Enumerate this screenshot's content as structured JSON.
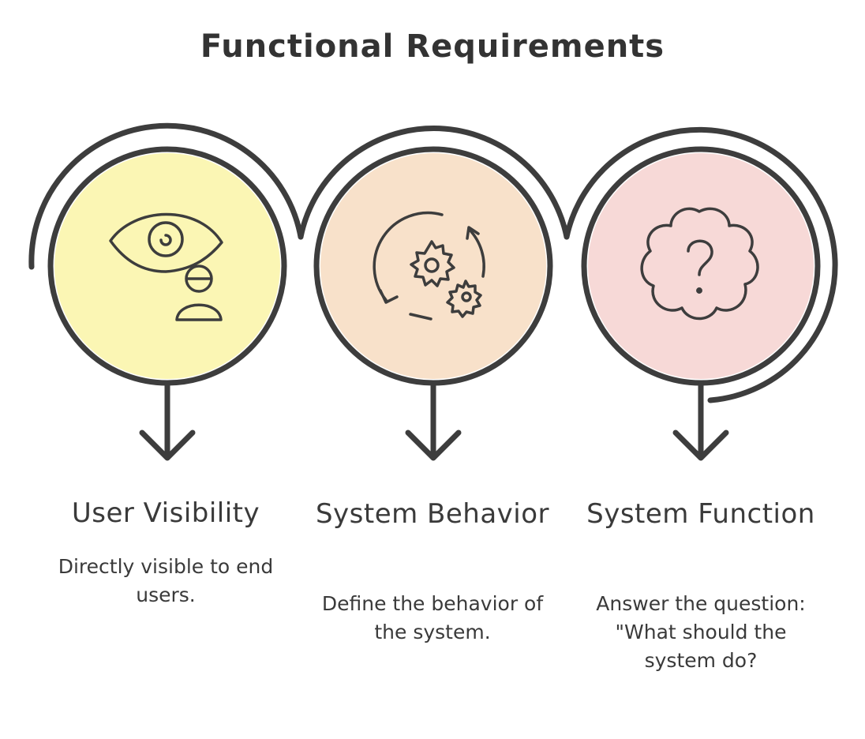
{
  "title": "Functional Requirements",
  "colors": {
    "stroke": "#3d3d3d",
    "fill_yellow": "#fbf6b4",
    "fill_peach": "#f8e1ca",
    "fill_pink": "#f7d9d7"
  },
  "steps": [
    {
      "heading": "User Visibility",
      "description": "Directly visible to end users.",
      "icon": "eye-user-icon",
      "fill": "yellow"
    },
    {
      "heading": "System Behavior",
      "description": "Define the behavior of the system.",
      "icon": "gears-cycle-icon",
      "fill": "peach"
    },
    {
      "heading": "System Function",
      "description": "Answer the question: \"What should the system do?",
      "icon": "question-cloud-icon",
      "fill": "pink"
    }
  ]
}
